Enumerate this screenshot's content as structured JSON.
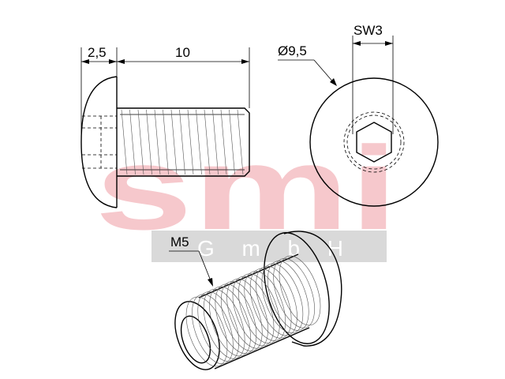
{
  "watermark": {
    "main": "smi",
    "sub": "G m b H",
    "color": "#f6c8cc",
    "band_color": "#d9d9d9"
  },
  "dimensions": {
    "head_height": "2,5",
    "length": "10",
    "head_diameter": "Ø9,5",
    "wrench_size": "SW3",
    "thread": "M5"
  },
  "colors": {
    "line": "#000000",
    "background": "#ffffff"
  }
}
